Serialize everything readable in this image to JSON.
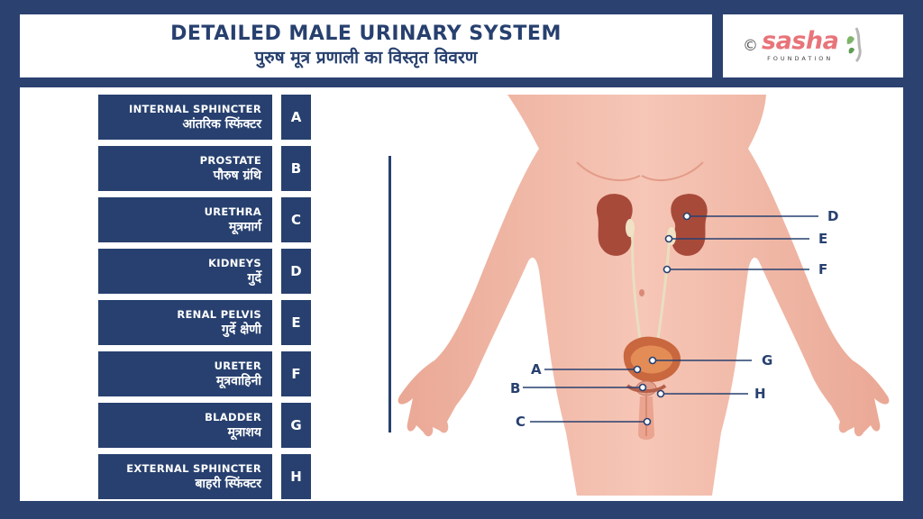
{
  "header": {
    "title_en": "DETAILED MALE URINARY SYSTEM",
    "title_hi": "पुरुष मूत्र प्रणाली का विस्तृत विवरण"
  },
  "logo": {
    "copyright": "©",
    "brand": "sasha",
    "subtitle": "FOUNDATION"
  },
  "legend": [
    {
      "en": "INTERNAL SPHINCTER",
      "hi": "आंतरिक स्फिंक्टर",
      "letter": "A"
    },
    {
      "en": "PROSTATE",
      "hi": "पौरुष ग्रंथि",
      "letter": "B"
    },
    {
      "en": "URETHRA",
      "hi": "मूत्रमार्ग",
      "letter": "C"
    },
    {
      "en": "KIDNEYS",
      "hi": "गुर्दे",
      "letter": "D"
    },
    {
      "en": "RENAL PELVIS",
      "hi": "गुर्दे क्षेणी",
      "letter": "E"
    },
    {
      "en": "URETER",
      "hi": "मूत्रवाहिनी",
      "letter": "F"
    },
    {
      "en": "BLADDER",
      "hi": "मूत्राशय",
      "letter": "G"
    },
    {
      "en": "EXTERNAL SPHINCTER",
      "hi": "बाहरी स्फिंक्टर",
      "letter": "H"
    }
  ],
  "callouts": {
    "a": "A",
    "b": "B",
    "c": "C",
    "d": "D",
    "e": "E",
    "f": "F",
    "g": "G",
    "h": "H"
  },
  "colors": {
    "navy": "#27406f",
    "background": "#2b4170",
    "skin": "#f3b9a9",
    "kidney": "#a84a3a",
    "brand": "#e8747a"
  }
}
